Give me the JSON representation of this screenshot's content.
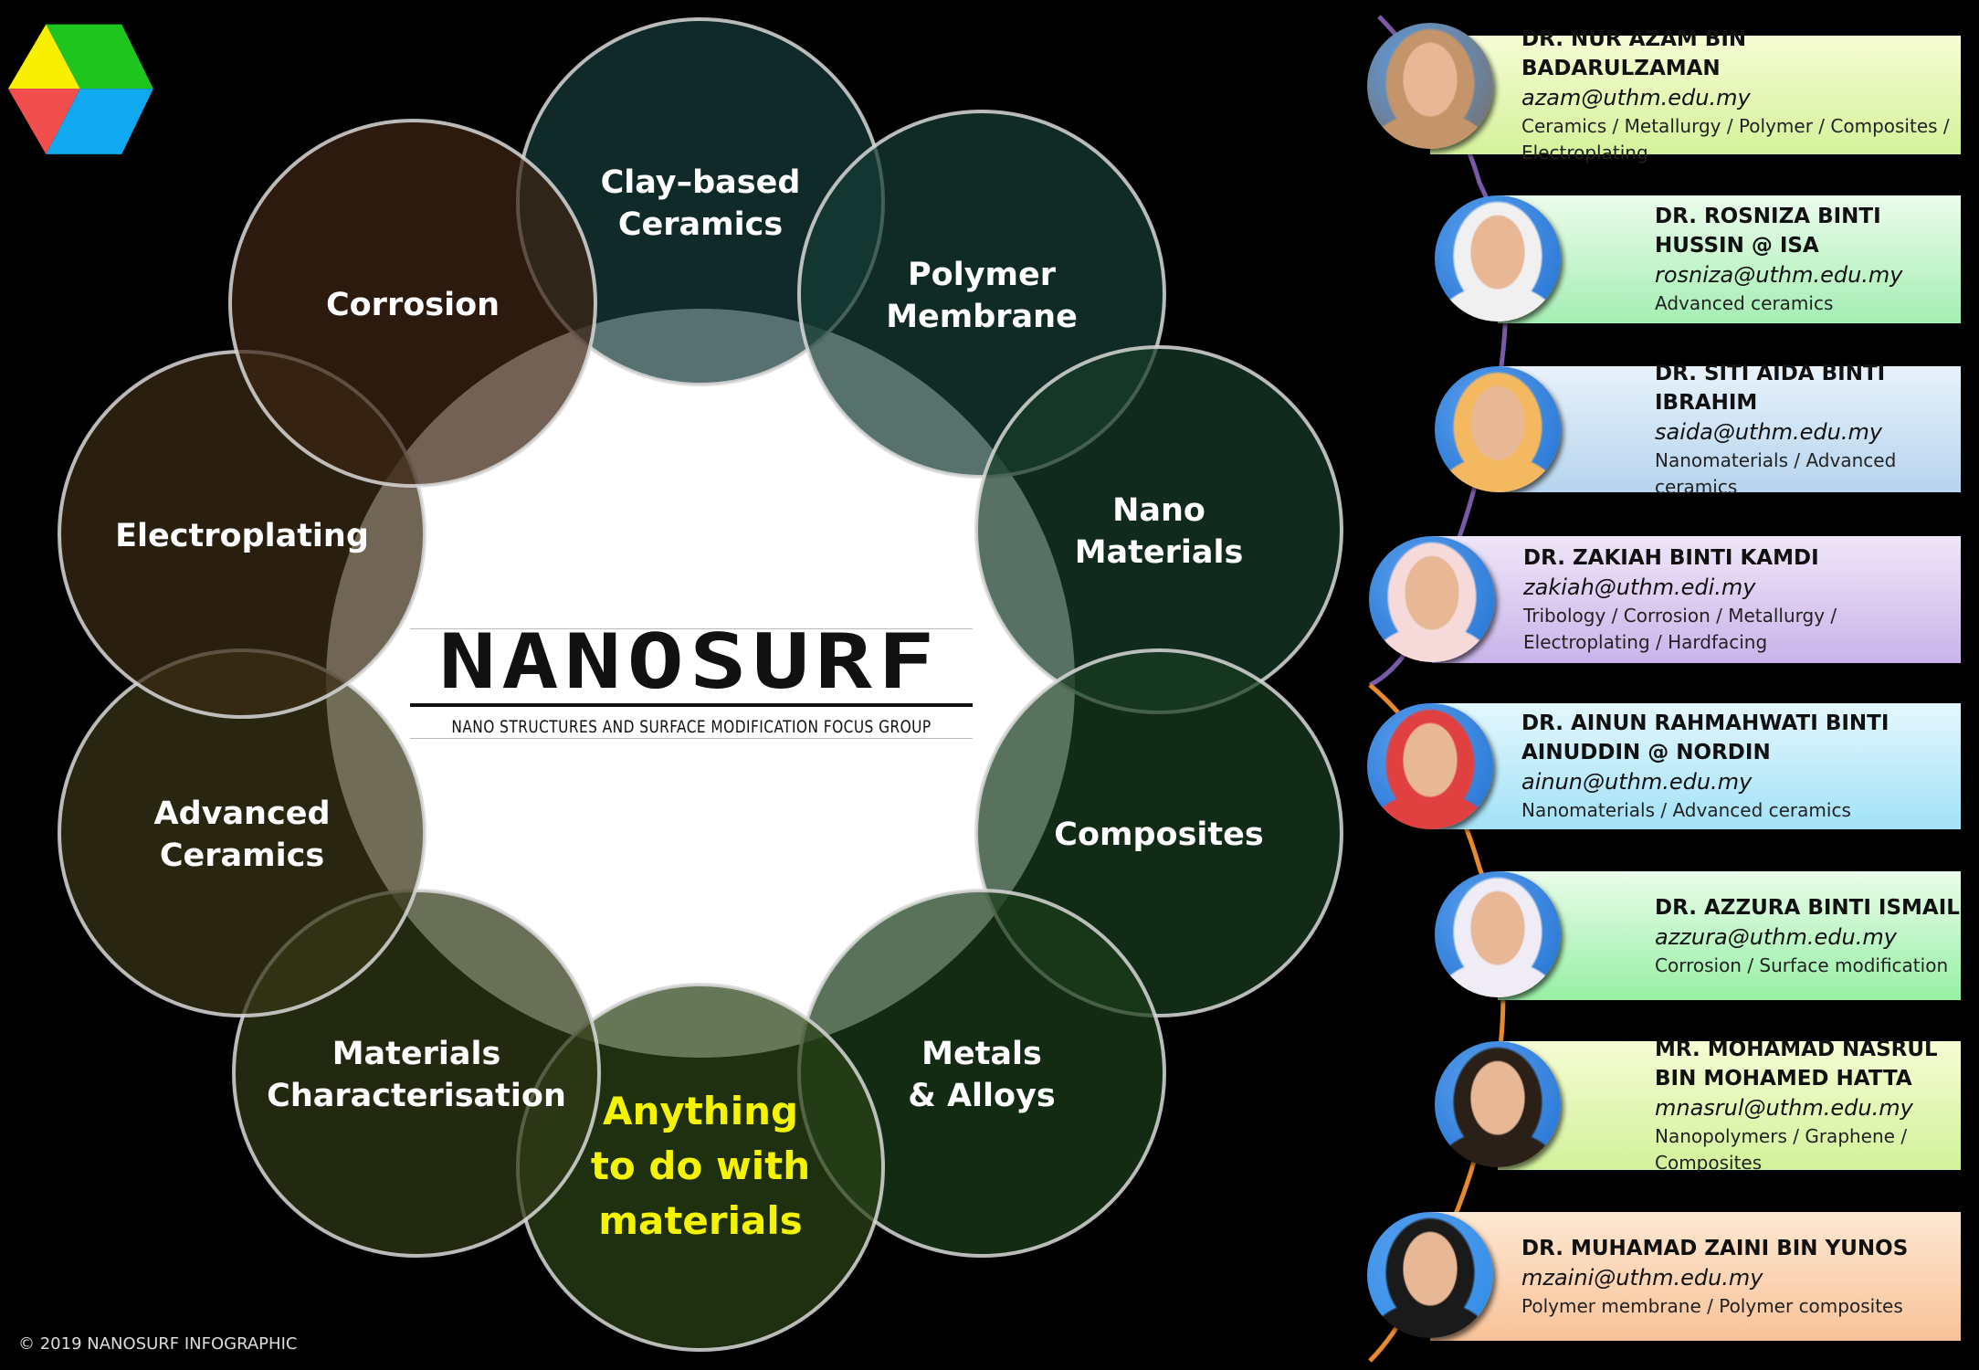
{
  "logo": {
    "brand_mark": "four-color-hexagon-logo",
    "colors": [
      "#f8f000",
      "#1fc51f",
      "#f24e4e",
      "#10a8f0"
    ]
  },
  "center": {
    "title": "NANOSURF",
    "subtitle": "NANO STRUCTURES AND SURFACE MODIFICATION FOCUS GROUP"
  },
  "topics": [
    {
      "lines": [
        "Clay–based",
        "Ceramics"
      ],
      "color": "#163a3a"
    },
    {
      "lines": [
        "Polymer",
        "Membrane"
      ],
      "color": "#163c33"
    },
    {
      "lines": [
        "Nano",
        "Materials"
      ],
      "color": "#163c28"
    },
    {
      "lines": [
        "Composites"
      ],
      "color": "#173c20"
    },
    {
      "lines": [
        "Metals",
        "& Alloys"
      ],
      "color": "#1c3b1b"
    },
    {
      "lines": [
        "Anything",
        "to do with",
        "materials"
      ],
      "color": "#2a4216",
      "highlight": true
    },
    {
      "lines": [
        "Materials",
        "Characterisation"
      ],
      "color": "#303917"
    },
    {
      "lines": [
        "Advanced",
        "Ceramics"
      ],
      "color": "#383516"
    },
    {
      "lines": [
        "Electroplating"
      ],
      "color": "#3a2b14"
    },
    {
      "lines": [
        "Corrosion"
      ],
      "color": "#3c2412"
    }
  ],
  "members": [
    {
      "name": "DR. NUR AZAM BIN BADARULZAMAN",
      "email": "azam@uthm.edu.my",
      "area": "Ceramics / Metallurgy / Polymer / Composites / Electroplating",
      "bg": [
        "#f6fcd4",
        "#d4f29a"
      ]
    },
    {
      "name": "DR. ROSNIZA BINTI HUSSIN @ ISA",
      "email": "rosniza@uthm.edu.my",
      "area": "Advanced ceramics",
      "bg": [
        "#ecfcec",
        "#a4eeb2"
      ]
    },
    {
      "name": "DR. SITI AIDA BINTI IBRAHIM",
      "email": "saida@uthm.edu.my",
      "area": "Nanomaterials / Advanced ceramics",
      "bg": [
        "#e8f2fb",
        "#b6d4ee"
      ]
    },
    {
      "name": "DR. ZAKIAH BINTI KAMDI",
      "email": "zakiah@uthm.edi.my",
      "area": "Tribology / Corrosion / Metallurgy / Electroplating / Hardfacing",
      "bg": [
        "#efe6f8",
        "#c9b4ea"
      ]
    },
    {
      "name": "DR. AINUN RAHMAHWATI BINTI AINUDDIN @ NORDIN",
      "email": "ainun@uthm.edu.my",
      "area": "Nanomaterials / Advanced ceramics",
      "bg": [
        "#e4f7fd",
        "#a2e2f8"
      ]
    },
    {
      "name": "DR. AZZURA BINTI ISMAIL",
      "email": "azzura@uthm.edu.my",
      "area": "Corrosion / Surface modification",
      "bg": [
        "#eafcea",
        "#96f0a4"
      ]
    },
    {
      "name": "MR. MOHAMAD NASRUL BIN MOHAMED HATTA",
      "email": "mnasrul@uthm.edu.my",
      "area": "Nanopolymers / Graphene / Composites",
      "bg": [
        "#f6fcd4",
        "#d2f29a"
      ]
    },
    {
      "name": "DR. MUHAMAD ZAINI BIN YUNOS",
      "email": "mzaini@uthm.edu.my",
      "area": "Polymer membrane / Polymer composites",
      "bg": [
        "#fde8d2",
        "#f8c298"
      ]
    }
  ],
  "footer": {
    "copyright": "© 2019 NANOSURF INFOGRAPHIC"
  }
}
